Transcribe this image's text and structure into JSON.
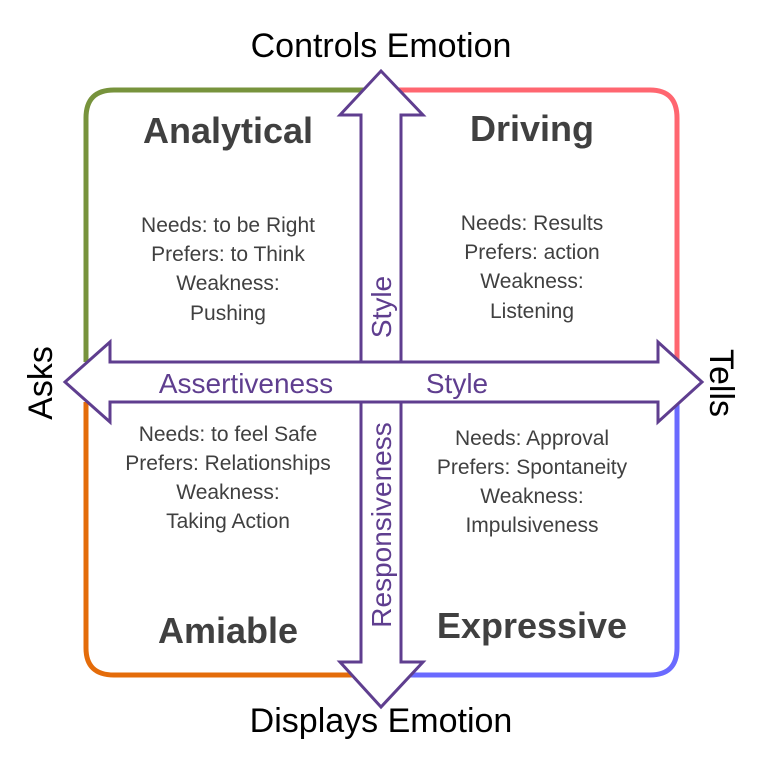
{
  "labels": {
    "top": "Controls Emotion",
    "bottom": "Displays Emotion",
    "left": "Asks",
    "right": "Tells"
  },
  "axes": {
    "horizontal_left": "Assertiveness",
    "horizontal_right": "Style",
    "vertical_top": "Style",
    "vertical_bottom": "Responsiveness"
  },
  "quadrants": {
    "analytical": {
      "title": "Analytical",
      "lines": [
        "Needs: to be Right",
        "Prefers: to Think",
        "Weakness:",
        "Pushing"
      ],
      "color": "#77933c"
    },
    "driving": {
      "title": "Driving",
      "lines": [
        "Needs: Results",
        "Prefers: action",
        "Weakness:",
        "Listening"
      ],
      "color": "#ff6670"
    },
    "amiable": {
      "title": "Amiable",
      "lines": [
        "Needs: to feel Safe",
        "Prefers: Relationships",
        "Weakness:",
        "Taking Action"
      ],
      "color": "#e46c0a"
    },
    "expressive": {
      "title": "Expressive",
      "lines": [
        "Needs: Approval",
        "Prefers: Spontaneity",
        "Weakness:",
        "Impulsiveness"
      ],
      "color": "#6a6aff"
    }
  },
  "colors": {
    "arrow": "#5f3e8f"
  }
}
